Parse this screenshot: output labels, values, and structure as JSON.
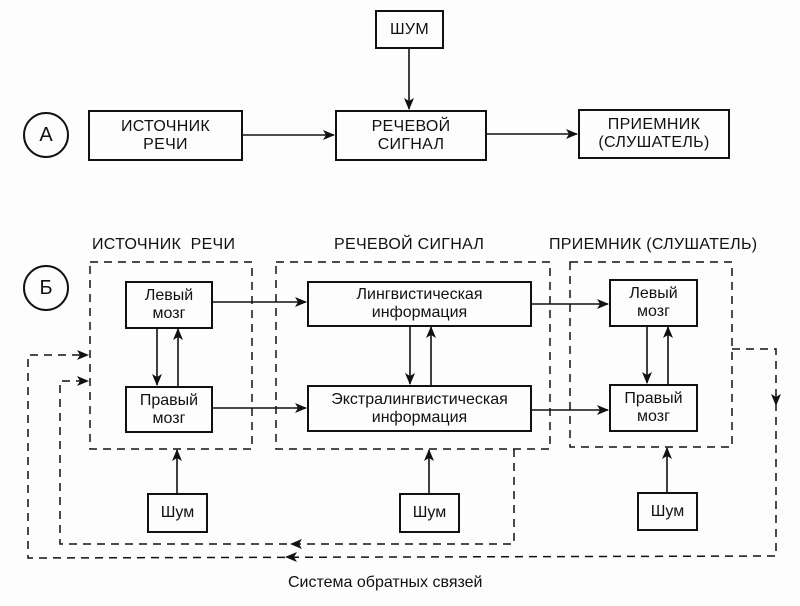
{
  "diagram_a": {
    "marker": "А",
    "noise": "ШУМ",
    "source": [
      "ИСТОЧНИК",
      "РЕЧИ"
    ],
    "signal": [
      "РЕЧЕВОЙ",
      "СИГНАЛ"
    ],
    "receiver": [
      "ПРИЕМНИК",
      "(СЛУШАТЕЛЬ)"
    ]
  },
  "diagram_b": {
    "marker": "Б",
    "groups": {
      "source": {
        "title": "ИСТОЧНИК  РЕЧИ",
        "left_brain": [
          "Левый",
          "мозг"
        ],
        "right_brain": [
          "Правый",
          "мозг"
        ],
        "noise": "Шум"
      },
      "signal": {
        "title": "РЕЧЕВОЙ СИГНАЛ",
        "linguistic": [
          "Лингвистическая",
          "информация"
        ],
        "extralinguistic": [
          "Экстралингвистическая",
          "информация"
        ],
        "noise": "Шум"
      },
      "receiver": {
        "title": "ПРИЕМНИК (СЛУШАТЕЛЬ)",
        "left_brain": [
          "Левый",
          "мозг"
        ],
        "right_brain": [
          "Правый",
          "мозг"
        ],
        "noise": "Шум"
      }
    },
    "feedback_caption": "Система обратных связей"
  }
}
